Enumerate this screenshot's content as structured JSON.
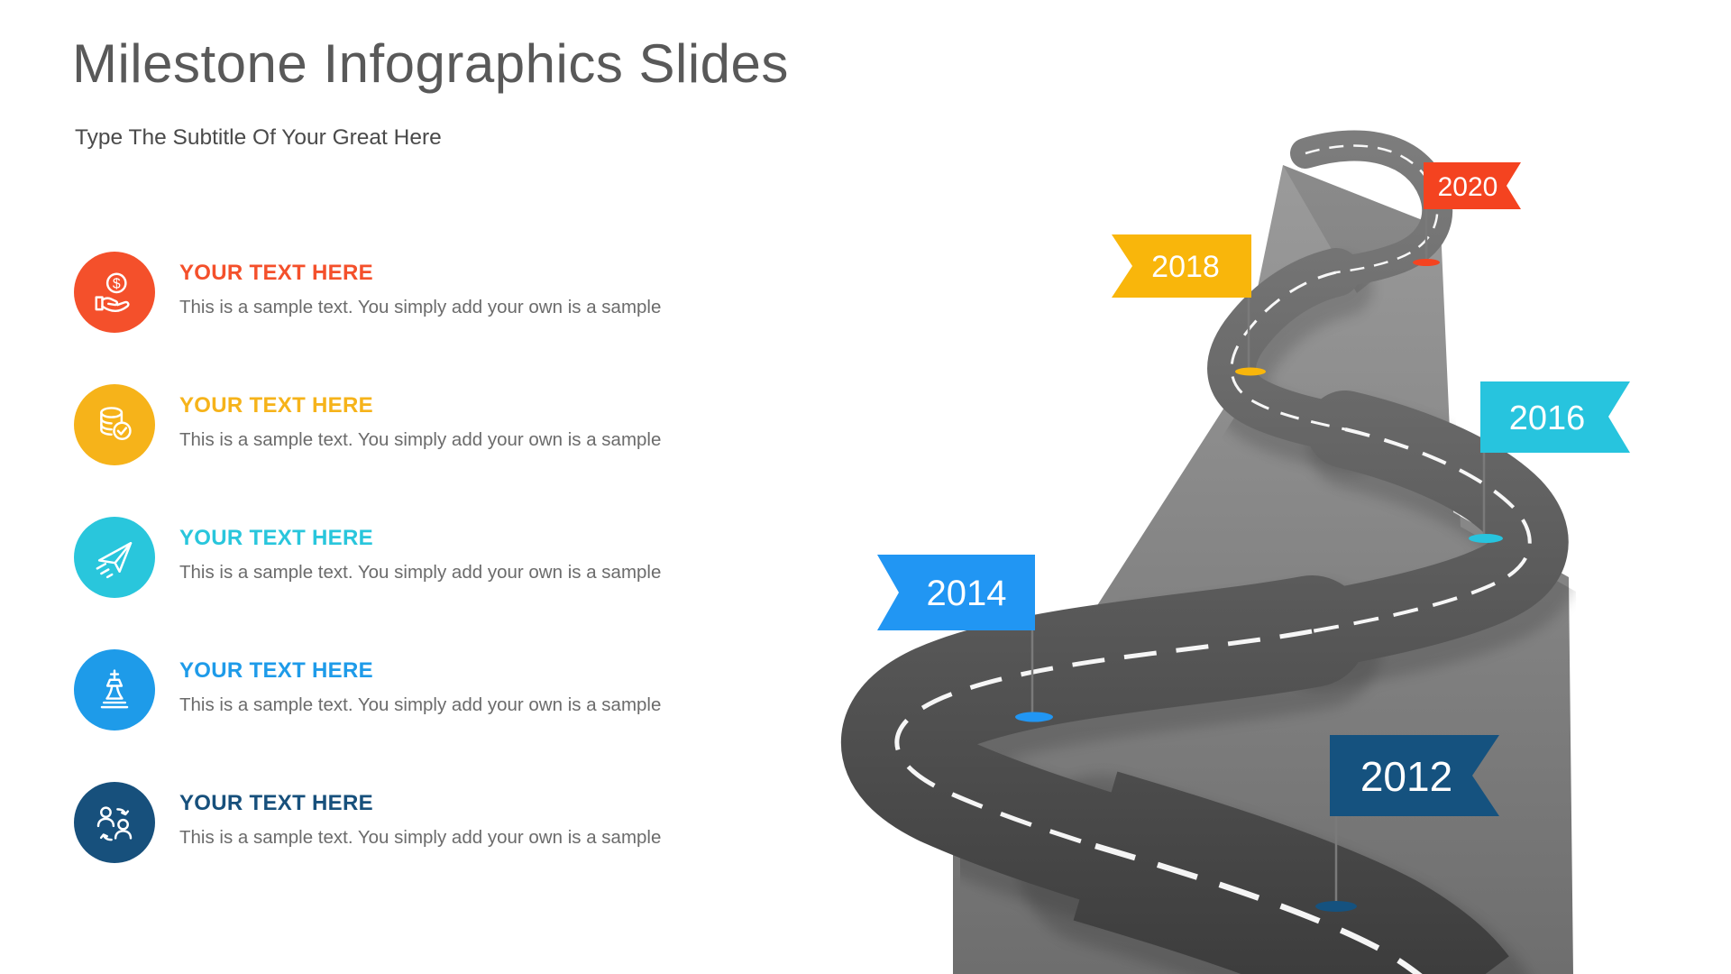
{
  "slide": {
    "title": "Milestone Infographics Slides",
    "subtitle": "Type The Subtitle Of Your Great Here",
    "title_color": "#595959",
    "subtitle_color": "#4a4a4a"
  },
  "features": [
    {
      "heading": "YOUR TEXT HERE",
      "body": "This is a sample text. You simply add your own is a sample",
      "color": "#F4502B",
      "icon": "hand-coin-icon"
    },
    {
      "heading": "YOUR TEXT HERE",
      "body": "This is a sample text. You simply add your own is a sample",
      "color": "#F6B31A",
      "icon": "database-check-icon"
    },
    {
      "heading": "YOUR TEXT HERE",
      "body": "This is a sample text. You simply add your own is a sample",
      "color": "#29C6DC",
      "icon": "paper-plane-icon"
    },
    {
      "heading": "YOUR TEXT HERE",
      "body": "This is a sample text. You simply add your own is a sample",
      "color": "#1E9BE9",
      "icon": "chess-piece-icon"
    },
    {
      "heading": "YOUR TEXT HERE",
      "body": "This is a sample text. You simply add your own is a sample",
      "color": "#17507C",
      "icon": "people-exchange-icon"
    }
  ],
  "timeline": {
    "label_color": "#ffffff",
    "milestones": [
      {
        "year": "2020",
        "color": "#F44320"
      },
      {
        "year": "2018",
        "color": "#F9B60B"
      },
      {
        "year": "2016",
        "color": "#27C4DE"
      },
      {
        "year": "2014",
        "color": "#2196F3"
      },
      {
        "year": "2012",
        "color": "#15527F"
      }
    ]
  },
  "road": {
    "surface_top": "#7d7d7d",
    "surface_bottom": "#3a3a3a",
    "pedestal_top": "#9b9b9b",
    "pedestal_bottom": "#6e6e6e",
    "dash": "#ffffff",
    "pole": "#7a7a7a"
  }
}
